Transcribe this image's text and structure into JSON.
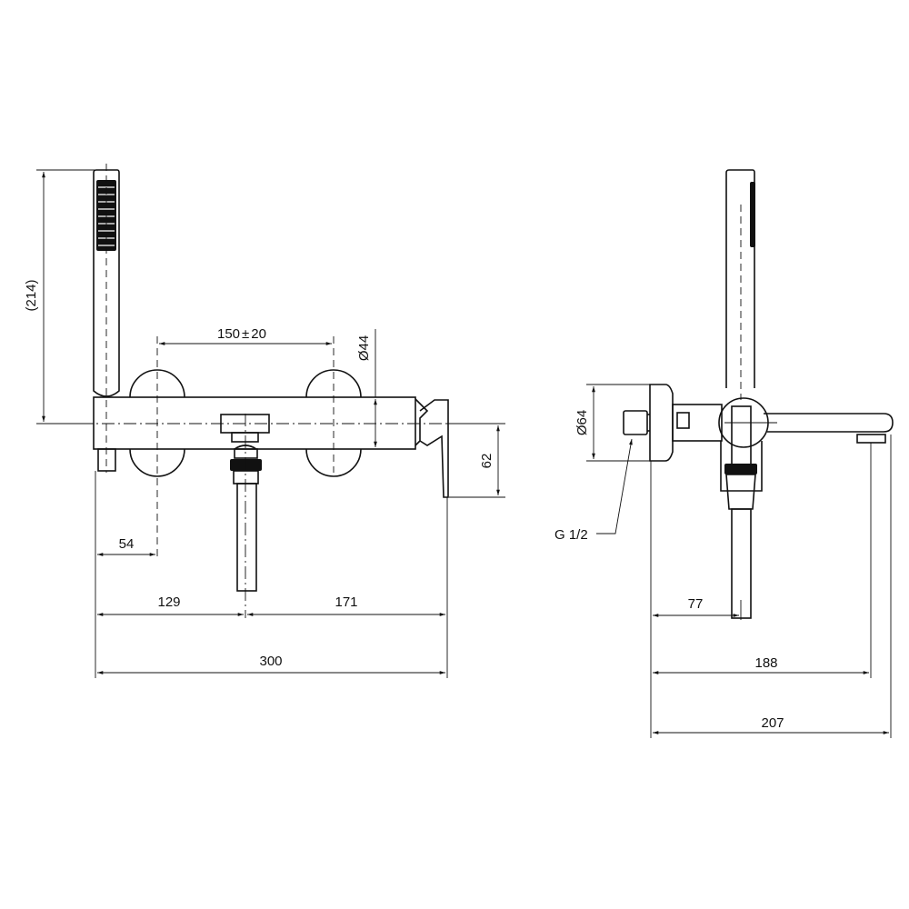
{
  "front_view": {
    "height_label": "(214)",
    "spacing_label": "150",
    "spacing_tolerance_symbol": "±",
    "spacing_tolerance": "20",
    "body_diameter_label": "Ø44",
    "lever_drop_label": "62",
    "left_offset_label": "54",
    "left_outlet_label": "129",
    "right_outlet_label": "171",
    "total_width_label": "300"
  },
  "side_view": {
    "plate_diameter_label": "Ø64",
    "thread_label": "G 1/2",
    "hose_offset_label": "77",
    "aerator_projection_label": "188",
    "total_projection_label": "207"
  }
}
